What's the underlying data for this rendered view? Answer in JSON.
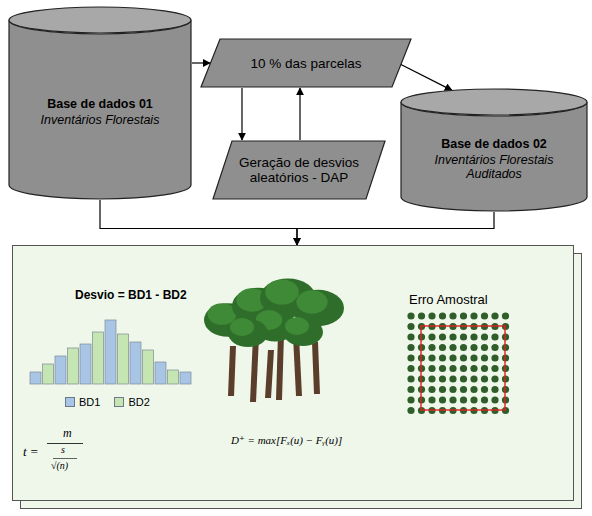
{
  "diagram": {
    "nodes": [
      {
        "text": [
          "Base de dados 01",
          "Inventários Florestais"
        ]
      },
      {
        "text": [
          "10 % das parcelas"
        ]
      },
      {
        "text": [
          "Geração de desvios aleatórios - DAP"
        ]
      },
      {
        "text": [
          "Base de dados 02",
          "Inventários Florestais Auditados"
        ]
      },
      {
        "text": [
          "Desvio = BD1 - BD2",
          "Erro Amostral"
        ]
      }
    ],
    "edges": [
      {
        "from": 0,
        "to": 1,
        "arrow": "to"
      },
      {
        "from": 1,
        "to": 2,
        "arrow": "to"
      },
      {
        "from": 2,
        "to": 1,
        "arrow": "to"
      },
      {
        "from": 1,
        "to": 3,
        "arrow": "to"
      },
      {
        "from": 0,
        "to": 4,
        "arrow": "to"
      },
      {
        "from": 3,
        "to": 4,
        "arrow": "to"
      }
    ],
    "labels": [
      "t =",
      "m",
      "s",
      "√(n)",
      "D⁺ = max[Fₓ(u) − Fᵧ(u)]"
    ],
    "legend": [
      {
        "text": "BD1",
        "color": "#a8c5e6"
      },
      {
        "text": "BD2",
        "color": "#c5e5b3"
      }
    ]
  }
}
